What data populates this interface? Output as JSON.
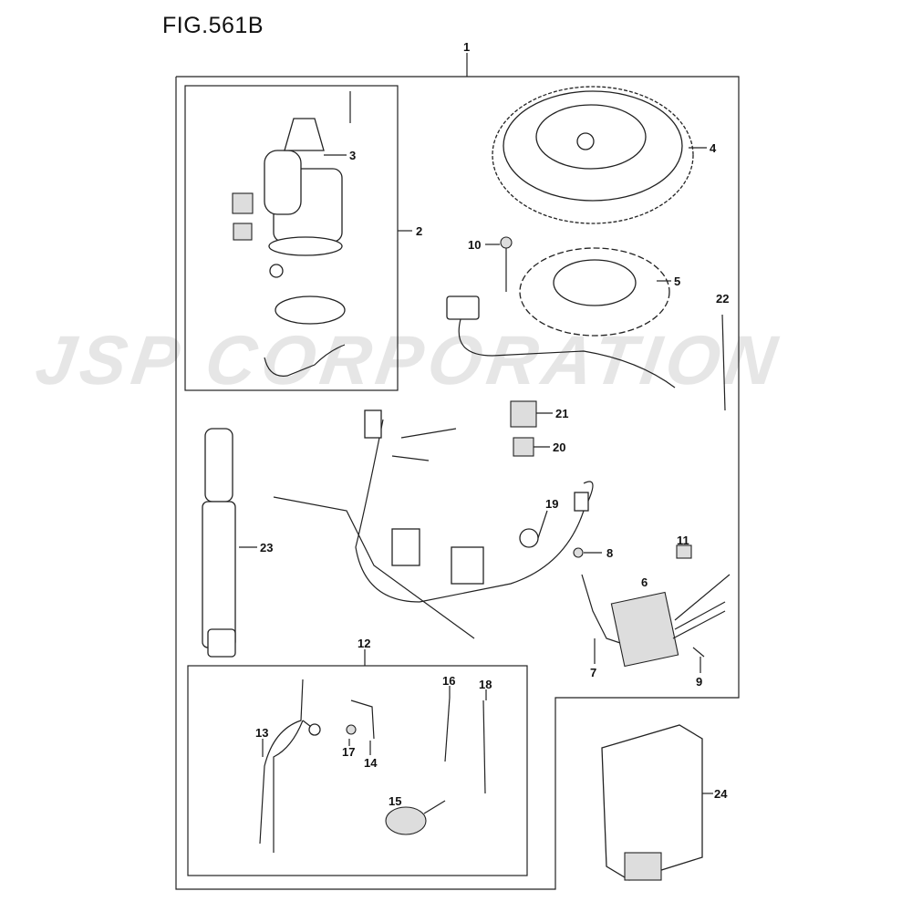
{
  "figure": {
    "title": "FIG.561B"
  },
  "watermark": {
    "text": "JSP CORPORATION"
  },
  "callouts": {
    "c1": "1",
    "c2": "2",
    "c3": "3",
    "c4": "4",
    "c5": "5",
    "c6": "6",
    "c7": "7",
    "c8": "8",
    "c9": "9",
    "c10": "10",
    "c11": "11",
    "c12": "12",
    "c13": "13",
    "c14": "14",
    "c15": "15",
    "c16": "16",
    "c17": "17",
    "c18": "18",
    "c19": "19",
    "c20": "20",
    "c21": "21",
    "c22": "22",
    "c23": "23",
    "c24": "24"
  }
}
